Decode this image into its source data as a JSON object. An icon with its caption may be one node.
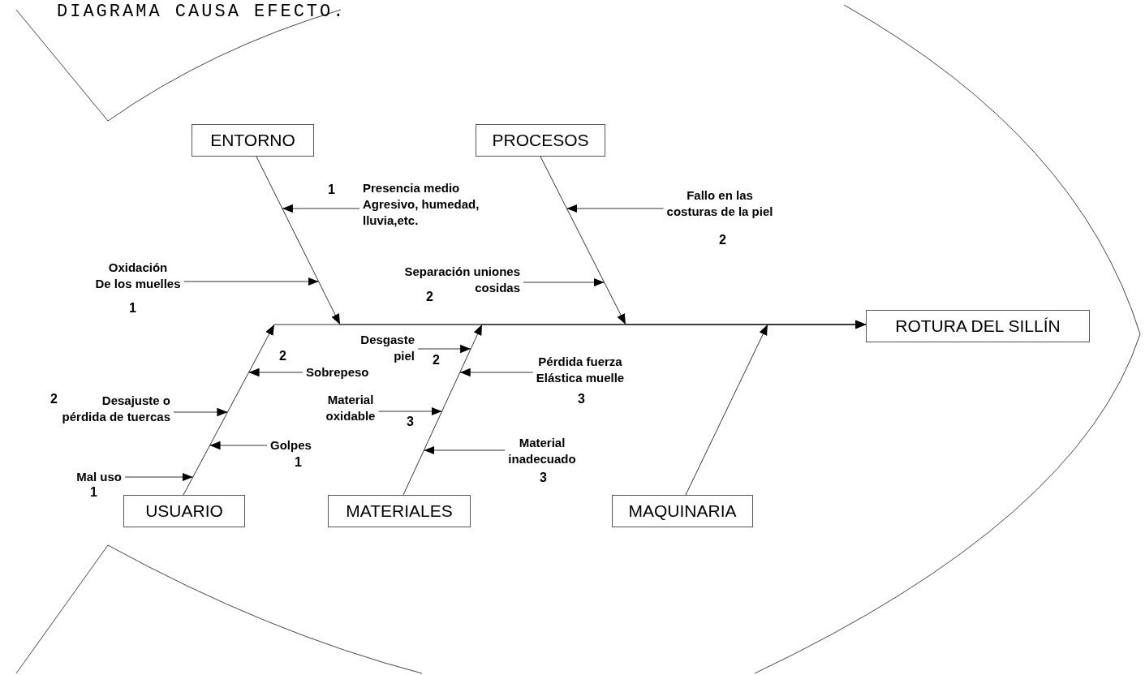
{
  "diagram": {
    "title": "DIAGRAMA CAUSA EFECTO.",
    "nodes": [
      {
        "text": [
          "ENTORNO"
        ]
      },
      {
        "text": [
          "PROCESOS"
        ]
      },
      {
        "text": [
          "Presencia medio Agresivo, humedad, lluvia,etc."
        ]
      },
      {
        "text": [
          "Fallo en las costuras de la piel"
        ]
      },
      {
        "text": [
          "Oxidación De los muelles"
        ]
      },
      {
        "text": [
          "Separación uniones cosidas"
        ]
      },
      {
        "text": [
          "ROTURA DEL SILLÍN"
        ]
      },
      {
        "text": [
          "Desgaste piel"
        ]
      },
      {
        "text": [
          "Sobrepeso"
        ]
      },
      {
        "text": [
          "Pérdida fuerza Elástica muelle"
        ]
      },
      {
        "text": [
          "Desajuste o pérdida de tuercas"
        ]
      },
      {
        "text": [
          "Material oxidable"
        ]
      },
      {
        "text": [
          "Golpes"
        ]
      },
      {
        "text": [
          "Material inadecuado"
        ]
      },
      {
        "text": [
          "Mal uso"
        ]
      },
      {
        "text": [
          "USUARIO"
        ]
      },
      {
        "text": [
          "MATERIALES"
        ]
      },
      {
        "text": [
          "MAQUINARIA"
        ]
      }
    ],
    "edges": [
      {
        "from": 0,
        "to": 6,
        "arrow": "to"
      },
      {
        "from": 1,
        "to": 6,
        "arrow": "to"
      },
      {
        "from": 2,
        "to": null,
        "arrow": "to"
      },
      {
        "from": 3,
        "to": null,
        "arrow": "to"
      },
      {
        "from": 4,
        "to": null,
        "arrow": "to"
      },
      {
        "from": 5,
        "to": null,
        "arrow": "to"
      },
      {
        "from": 7,
        "to": null,
        "arrow": "to"
      },
      {
        "from": 8,
        "to": null,
        "arrow": "to"
      },
      {
        "from": 9,
        "to": null,
        "arrow": "to"
      },
      {
        "from": 10,
        "to": null,
        "arrow": "to"
      },
      {
        "from": 11,
        "to": null,
        "arrow": "to"
      },
      {
        "from": 12,
        "to": null,
        "arrow": "to"
      },
      {
        "from": 13,
        "to": null,
        "arrow": "to"
      },
      {
        "from": 14,
        "to": 15,
        "arrow": "to"
      },
      {
        "from": 15,
        "to": 6,
        "arrow": "to"
      },
      {
        "from": 16,
        "to": 6,
        "arrow": "to"
      },
      {
        "from": 17,
        "to": 6,
        "arrow": "to"
      }
    ],
    "labels": [
      "1",
      "2",
      "2",
      "1",
      "2",
      "2",
      "2",
      "3",
      "3",
      "1",
      "3",
      "1"
    ]
  }
}
